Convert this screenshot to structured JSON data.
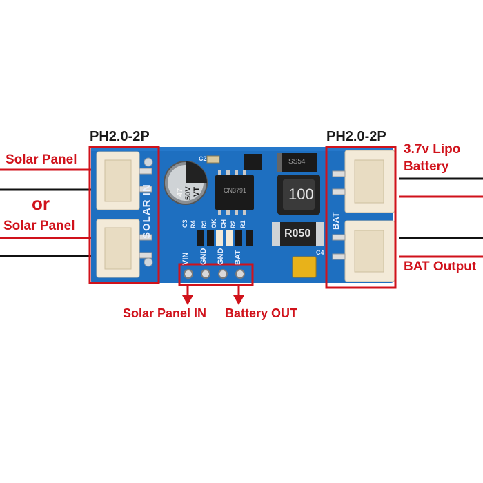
{
  "labels": {
    "left_header": "PH2.0-2P",
    "right_header": "PH2.0-2P",
    "solar_panel_1": "Solar Panel",
    "or_text": "or",
    "solar_panel_2": "Solar Panel",
    "lipo_line1": "3.7v Lipo",
    "lipo_line2": "Battery",
    "bat_output": "BAT Output",
    "solar_panel_in": "Solar Panel IN",
    "battery_out": "Battery OUT"
  },
  "board": {
    "silkscreen_solar_in": "SOLAR IN",
    "silkscreen_bat": "BAT",
    "pin_labels": [
      "VIN",
      "GND",
      "GND",
      "BAT"
    ],
    "resistor_labels": [
      "R4",
      "R3",
      "R2",
      "R1"
    ],
    "led_labels": [
      "OK",
      "CH"
    ],
    "capacitor_c2": "C2",
    "capacitor_c3": "C3",
    "capacitor_c4": "C4",
    "cap_value_1": "47",
    "cap_value_2": "50V",
    "cap_value_3": "VT",
    "inductor_value": "100",
    "shunt_value": "R050",
    "chip_marking": "CN3791",
    "diode_marking": "SS54"
  },
  "colors": {
    "board_blue": "#1e6fc0",
    "annotation_red": "#d0121b",
    "connector_cream": "#f3ead8",
    "wire_black": "#111111"
  }
}
